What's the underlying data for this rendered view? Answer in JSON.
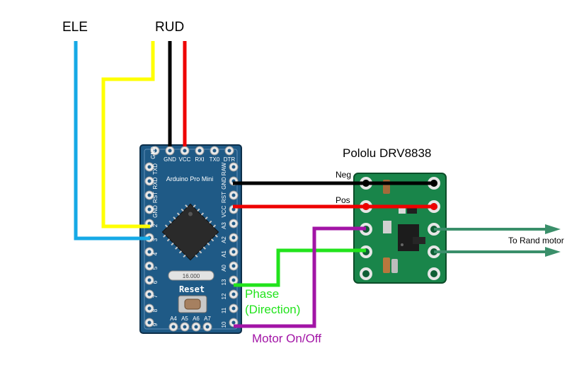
{
  "labels": {
    "ele": "ELE",
    "rud": "RUD",
    "driver_title": "Pololu DRV8838",
    "neg": "Neg",
    "pos": "Pos",
    "phase_line1": "Phase",
    "phase_line2": "(Direction)",
    "motor_onoff": "Motor On/Off",
    "to_motor": "To Rand motor"
  },
  "arduino": {
    "name": "Arduino Pro Mini",
    "crystal": "16.000",
    "reset": "Reset",
    "top_pins": [
      "GND",
      "GND",
      "VCC",
      "RXI",
      "TX0",
      "DTR"
    ],
    "left_pins": [
      "TXD",
      "RXD",
      "RST",
      "GND",
      "2",
      "3",
      "4",
      "5",
      "6",
      "7",
      "8",
      "9"
    ],
    "right_pins": [
      "RAW",
      "GND",
      "RST",
      "VCC",
      "A3",
      "A2",
      "A1",
      "A0",
      "13",
      "12",
      "11",
      "10"
    ],
    "bottom_pins": [
      "A4",
      "A5",
      "A6",
      "A7"
    ]
  },
  "colors": {
    "ele_wire": "#16a9e6",
    "rud_signal": "#ffff00",
    "gnd_wire": "#000000",
    "vcc_wire": "#ee0000",
    "phase_wire": "#22e31c",
    "enable_wire": "#a214a6",
    "motor_wire": "#3a8f6a",
    "arduino_board": "#1f5a86",
    "driver_board": "#19854a"
  }
}
